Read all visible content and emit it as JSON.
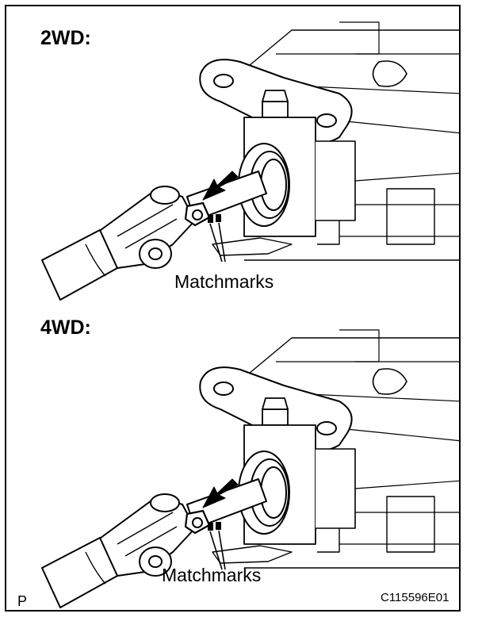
{
  "sections": [
    {
      "title": "2WD:",
      "callout": "Matchmarks"
    },
    {
      "title": "4WD:",
      "callout": "Matchmarks"
    }
  ],
  "footer": {
    "corner_letter": "P",
    "figure_code": "C115596E01"
  }
}
